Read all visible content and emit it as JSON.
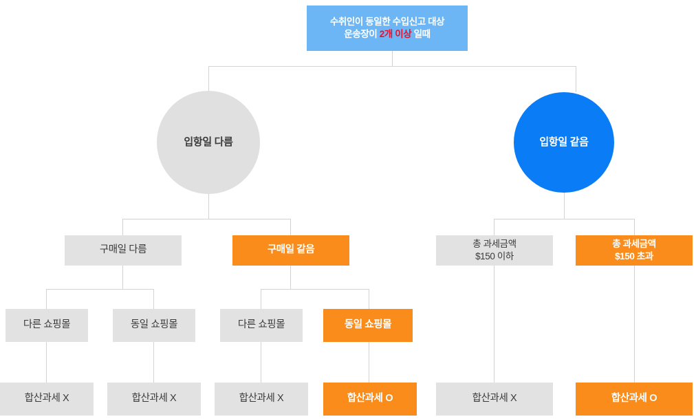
{
  "diagram": {
    "title_text_part1": "수취인이 동일한 수입신고 대상",
    "title_text_part2_pre": "운송장이 ",
    "title_text_highlight": "2개 이상",
    "title_text_part2_post": " 일때",
    "colors": {
      "root_bg": "#6cb6f5",
      "root_text": "#ffffff",
      "highlight_text": "#e8112d",
      "circle_gray_bg": "#e0e0e0",
      "circle_blue_bg": "#0a7cf5",
      "box_gray_bg": "#e2e2e2",
      "box_orange_bg": "#fa8c1b",
      "line": "#d3d3d3",
      "text_dark": "#3a3a3a",
      "text_light": "#ffffff"
    },
    "level2": [
      {
        "label": "입항일 다름",
        "style": "gray"
      },
      {
        "label": "입항일 같음",
        "style": "blue"
      }
    ],
    "level3": [
      {
        "label": "구매일 다름",
        "style": "gray"
      },
      {
        "label": "구매일 같음",
        "style": "orange"
      },
      {
        "line1": "총 과세금액",
        "line2": "$150 이하",
        "style": "gray"
      },
      {
        "line1": "총 과세금액",
        "line2": "$150 초과",
        "style": "orange"
      }
    ],
    "level4": [
      {
        "label": "다른 쇼핑몰",
        "style": "gray"
      },
      {
        "label": "동일 쇼핑몰",
        "style": "gray"
      },
      {
        "label": "다른 쇼핑몰",
        "style": "gray"
      },
      {
        "label": "동일 쇼핑몰",
        "style": "orange"
      }
    ],
    "level5": [
      {
        "label": "합산과세 X",
        "style": "gray"
      },
      {
        "label": "합산과세 X",
        "style": "gray"
      },
      {
        "label": "합산과세 X",
        "style": "gray"
      },
      {
        "label": "합산과세 O",
        "style": "orange"
      },
      {
        "label": "합산과세 X",
        "style": "gray"
      },
      {
        "label": "합산과세 O",
        "style": "orange"
      }
    ]
  }
}
